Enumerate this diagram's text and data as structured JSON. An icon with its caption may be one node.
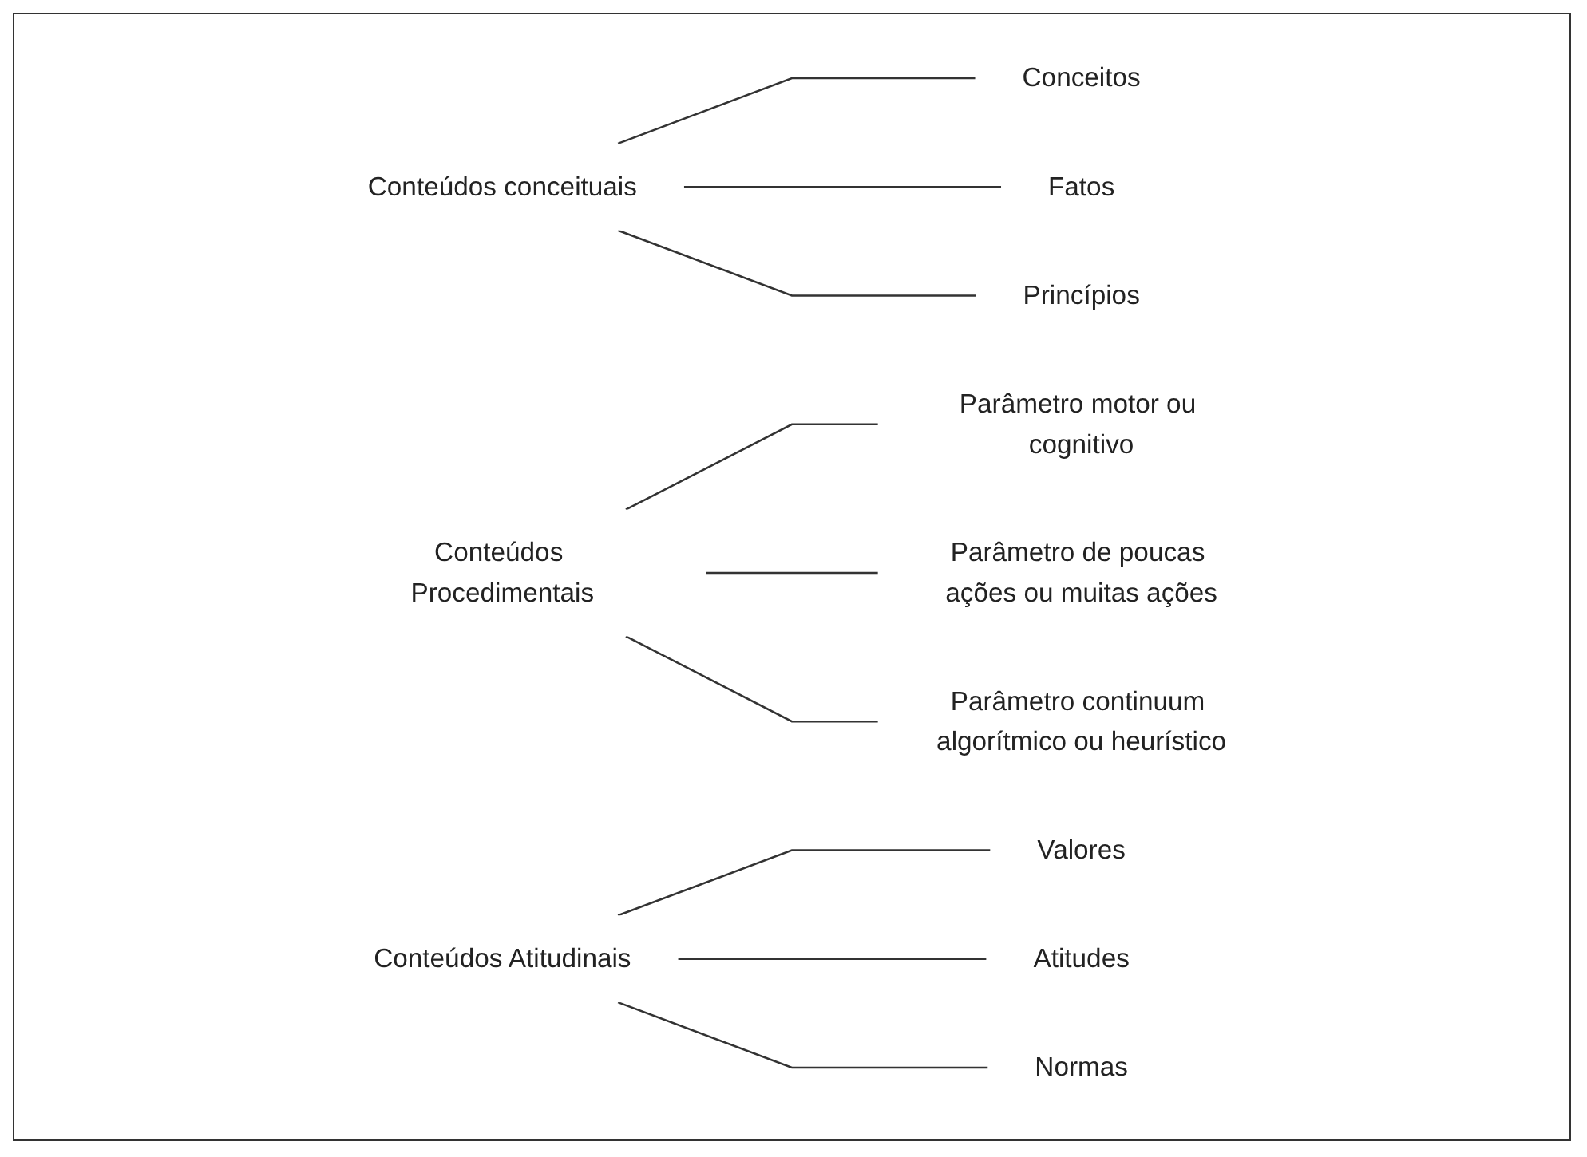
{
  "diagram": {
    "nodes": [
      {
        "text": [
          "Conteúdos conceituais"
        ]
      },
      {
        "text": [
          "Conceitos"
        ]
      },
      {
        "text": [
          "Fatos"
        ]
      },
      {
        "text": [
          "Princípios"
        ]
      },
      {
        "text": [
          "Conteúdos Procedimentais"
        ]
      },
      {
        "text": [
          "Parâmetro motor ou cognitivo"
        ]
      },
      {
        "text": [
          "Parâmetro de poucas ações ou muitas ações"
        ]
      },
      {
        "text": [
          "Parâmetro continuum algorítmico ou heurístico"
        ]
      },
      {
        "text": [
          "Conteúdos Atitudinais"
        ]
      },
      {
        "text": [
          "Valores"
        ]
      },
      {
        "text": [
          "Atitudes"
        ]
      },
      {
        "text": [
          "Normas"
        ]
      }
    ],
    "edges": [
      {
        "from": 0,
        "to": 1,
        "arrow": "none"
      },
      {
        "from": 0,
        "to": 2,
        "arrow": "none"
      },
      {
        "from": 0,
        "to": 3,
        "arrow": "none"
      },
      {
        "from": 4,
        "to": 5,
        "arrow": "none"
      },
      {
        "from": 4,
        "to": 6,
        "arrow": "none"
      },
      {
        "from": 4,
        "to": 7,
        "arrow": "none"
      },
      {
        "from": 8,
        "to": 9,
        "arrow": "none"
      },
      {
        "from": 8,
        "to": 10,
        "arrow": "none"
      },
      {
        "from": 8,
        "to": 11,
        "arrow": "none"
      }
    ]
  }
}
